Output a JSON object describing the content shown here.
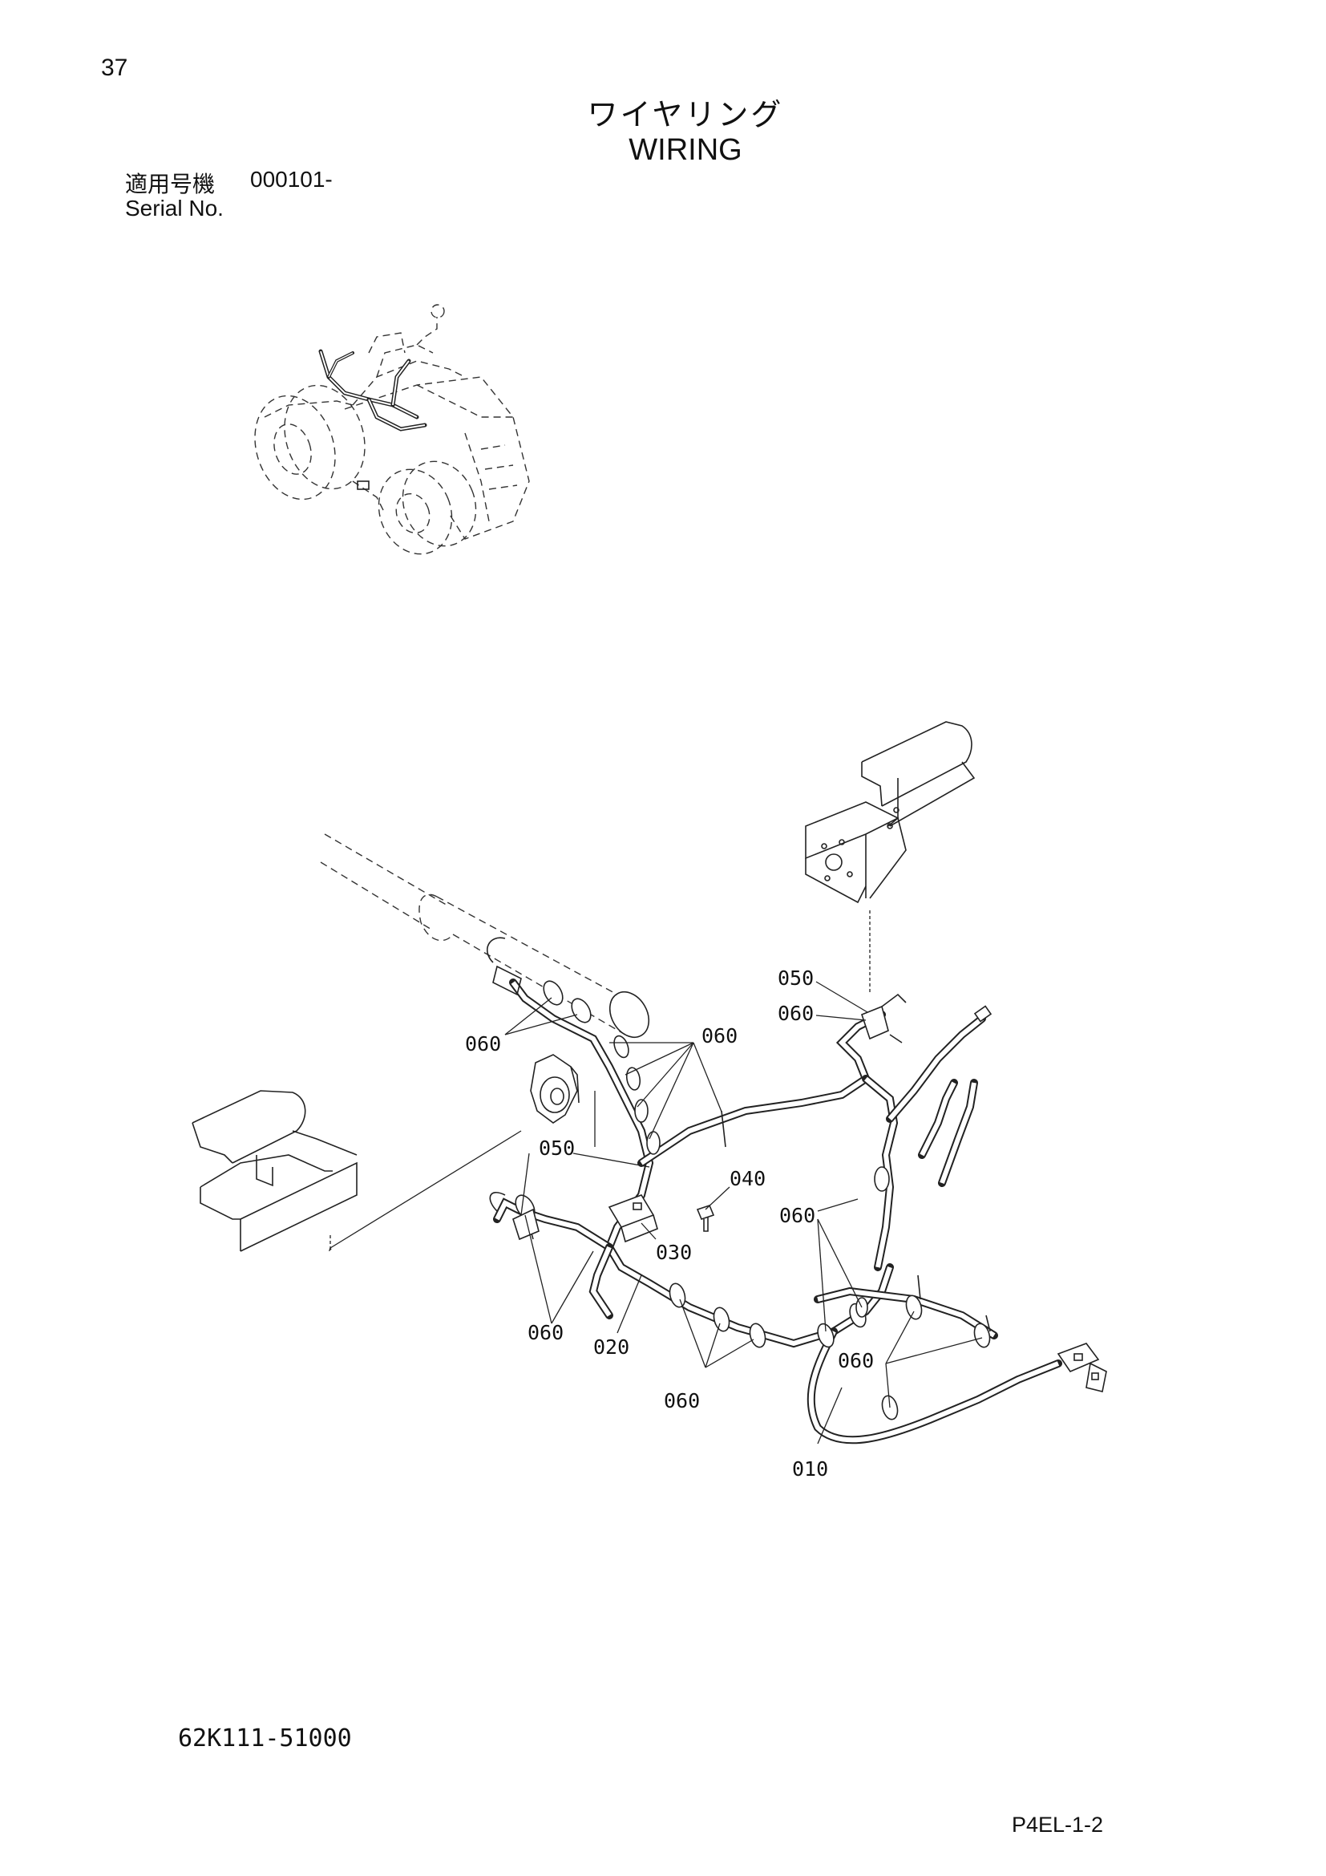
{
  "header": {
    "page_number": "37",
    "title_jp": "ワイヤリング",
    "title_en": "WIRING",
    "serial_label_jp": "適用号機",
    "serial_value": "000101-",
    "serial_label_en": "Serial No."
  },
  "footer": {
    "drawing_number": "62K111-51000",
    "page_code": "P4EL-1-2"
  },
  "callouts": {
    "c010": "010",
    "c020": "020",
    "c030": "030",
    "c040": "040",
    "c050_top": "050",
    "c050_mid": "050",
    "c060_a": "060",
    "c060_b": "060",
    "c060_c": "060",
    "c060_d": "060",
    "c060_e": "060",
    "c060_f": "060",
    "c060_g": "060"
  }
}
